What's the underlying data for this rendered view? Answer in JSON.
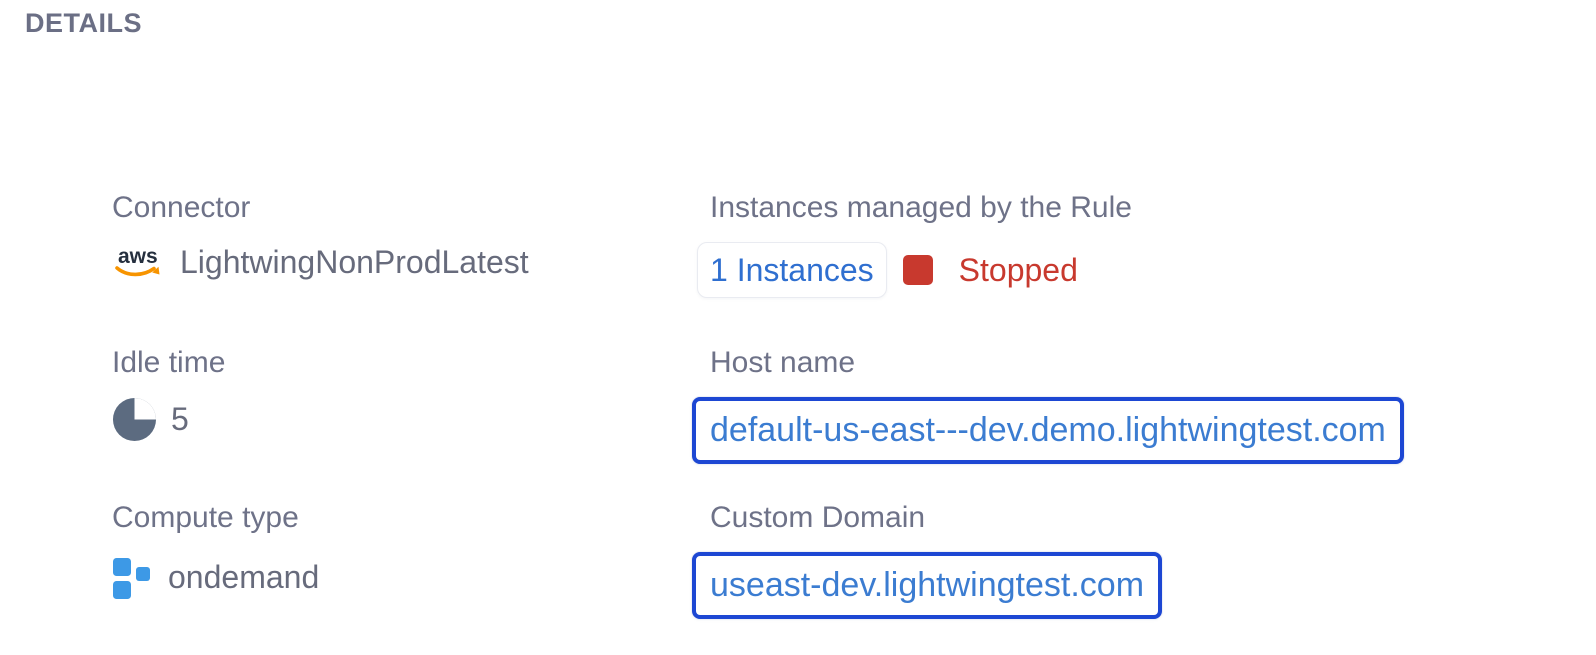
{
  "header": {
    "title": "DETAILS"
  },
  "fields": {
    "connector": {
      "label": "Connector",
      "value": "LightwingNonProdLatest",
      "icon": "aws-logo-icon"
    },
    "idle_time": {
      "label": "Idle time",
      "value": "5",
      "icon": "idle-time-pie-icon"
    },
    "compute_type": {
      "label": "Compute type",
      "value": "ondemand",
      "icon": "compute-type-squares-icon"
    },
    "instances": {
      "label": "Instances managed by the Rule",
      "link": "1 Instances",
      "status": "Stopped",
      "status_icon": "stopped-status-square-icon"
    },
    "host_name": {
      "label": "Host name",
      "value": "default-us-east---dev.demo.lightwingtest.com"
    },
    "custom_domain": {
      "label": "Custom Domain",
      "value": "useast-dev.lightwingtest.com"
    }
  },
  "colors": {
    "label_gray": "#6e7288",
    "value_gray": "#676b7c",
    "title_gray": "#6b6f85",
    "link_blue": "#2f6fd0",
    "domain_text_blue": "#3b7cd1",
    "domain_border_blue": "#1d47d3",
    "status_red": "#c8392e",
    "icon_blue": "#3d99e6",
    "icon_slate": "#5c6b80",
    "aws_navy": "#252f3e",
    "aws_orange": "#f79400"
  }
}
